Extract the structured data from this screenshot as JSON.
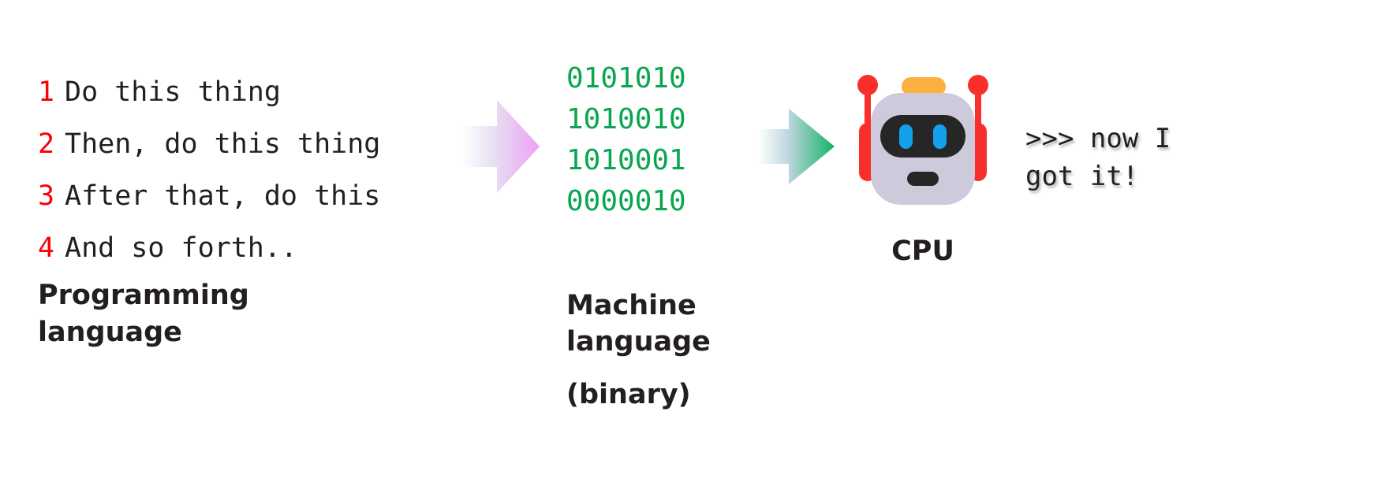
{
  "diagram": {
    "title": "Programming language to machine language to CPU pipeline",
    "colors": {
      "line_number_red": "#fb0007",
      "code_text": "#231f20",
      "binary_green": "#09a64f",
      "arrow_violet": "#ef9ff5",
      "arrow_green": "#14b268",
      "robot_body_lavender": "#cfc9dc",
      "robot_visor_dark": "#262626",
      "robot_eye_blue": "#14a0eb",
      "robot_antenna_red": "#f82f2b",
      "robot_crest_orange": "#fcb040",
      "background": "#ffffff"
    }
  },
  "code": {
    "lines": [
      {
        "number": "1",
        "text": "Do this thing"
      },
      {
        "number": "2",
        "text": "Then, do this thing"
      },
      {
        "number": "3",
        "text": "After that, do this"
      },
      {
        "number": "4",
        "text": "And so forth.."
      }
    ],
    "caption": "Programming\nlanguage"
  },
  "arrows": {
    "first": {
      "name": "arrow-code-to-binary",
      "from": "#ffffff",
      "to": "#ef9ff5"
    },
    "second": {
      "name": "arrow-binary-to-cpu",
      "from": "#ffffff",
      "to": "#14b268"
    }
  },
  "binary": {
    "lines": [
      "0101010",
      "1010010",
      "1010001",
      "0000010"
    ],
    "caption_line_1": "Machine\nlanguage",
    "caption_line_2": "(binary)"
  },
  "cpu": {
    "label": "CPU",
    "icon": "robot-icon"
  },
  "output": {
    "text": ">>> now I\ngot it!"
  }
}
